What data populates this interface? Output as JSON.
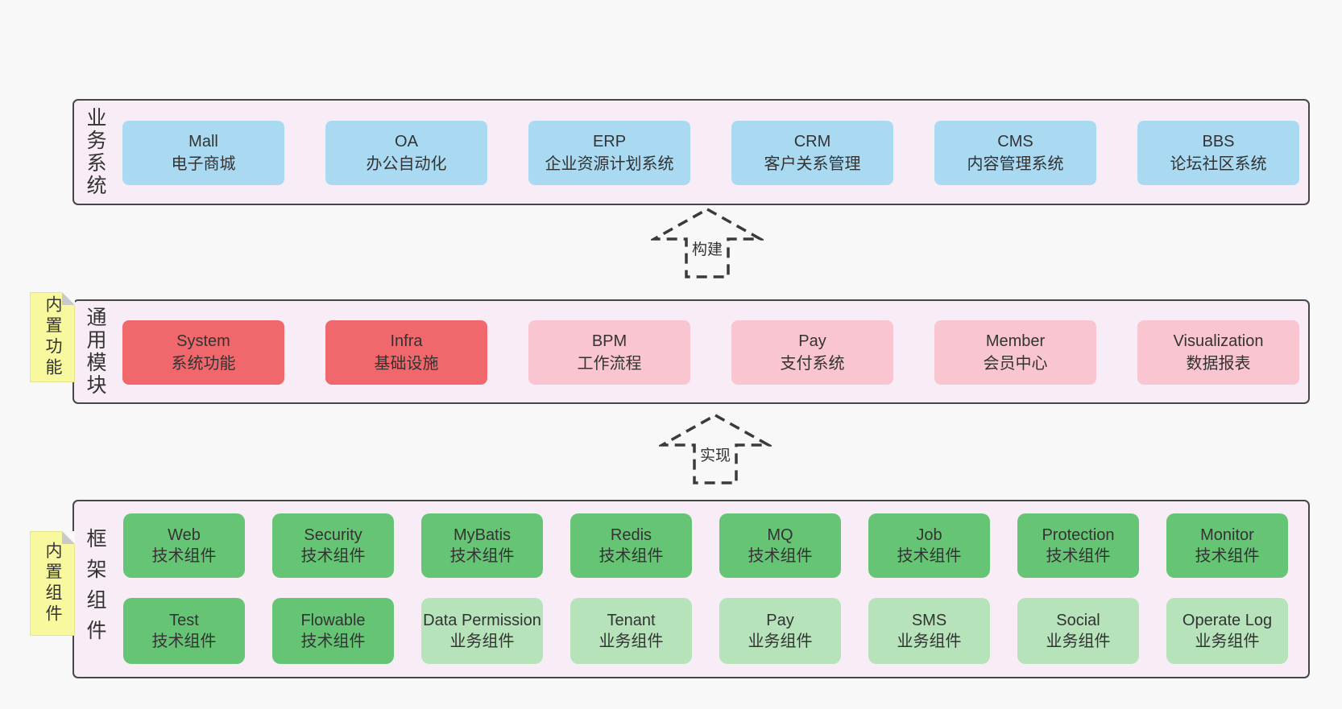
{
  "business": {
    "label": "业务系统",
    "boxes": [
      {
        "name": "Mall",
        "desc": "电子商城"
      },
      {
        "name": "OA",
        "desc": "办公自动化"
      },
      {
        "name": "ERP",
        "desc": "企业资源计划系统"
      },
      {
        "name": "CRM",
        "desc": "客户关系管理"
      },
      {
        "name": "CMS",
        "desc": "内容管理系统"
      },
      {
        "name": "BBS",
        "desc": "论坛社区系统"
      }
    ]
  },
  "arrow_build": {
    "label": "构建"
  },
  "modules": {
    "label": "通用模块",
    "note": "内置功能",
    "boxes": [
      {
        "name": "System",
        "desc": "系统功能"
      },
      {
        "name": "Infra",
        "desc": "基础设施"
      },
      {
        "name": "BPM",
        "desc": "工作流程"
      },
      {
        "name": "Pay",
        "desc": "支付系统"
      },
      {
        "name": "Member",
        "desc": "会员中心"
      },
      {
        "name": "Visualization",
        "desc": "数据报表"
      }
    ]
  },
  "arrow_implement": {
    "label": "实现"
  },
  "framework": {
    "label": "框架组件",
    "note": "内置组件",
    "row1": [
      {
        "name": "Web",
        "desc": "技术组件"
      },
      {
        "name": "Security",
        "desc": "技术组件"
      },
      {
        "name": "MyBatis",
        "desc": "技术组件"
      },
      {
        "name": "Redis",
        "desc": "技术组件"
      },
      {
        "name": "MQ",
        "desc": "技术组件"
      },
      {
        "name": "Job",
        "desc": "技术组件"
      },
      {
        "name": "Protection",
        "desc": "技术组件"
      },
      {
        "name": "Monitor",
        "desc": "技术组件"
      }
    ],
    "row2": [
      {
        "name": "Test",
        "desc": "技术组件"
      },
      {
        "name": "Flowable",
        "desc": "技术组件"
      },
      {
        "name": "Data Permission",
        "desc": "业务组件"
      },
      {
        "name": "Tenant",
        "desc": "业务组件"
      },
      {
        "name": "Pay",
        "desc": "业务组件"
      },
      {
        "name": "SMS",
        "desc": "业务组件"
      },
      {
        "name": "Social",
        "desc": "业务组件"
      },
      {
        "name": "Operate Log",
        "desc": "业务组件"
      }
    ]
  },
  "colors": {
    "page_bg": "#f8f8f8",
    "container_bg": "#f8edf6",
    "container_border": "#474747",
    "business_box": "#a9daf2",
    "module_core": "#f0686c",
    "module_optional": "#f9c5d0",
    "tech_component": "#66c574",
    "biz_component": "#b7e3bb",
    "sticky_note": "#f8f89e",
    "text": "#333333"
  }
}
